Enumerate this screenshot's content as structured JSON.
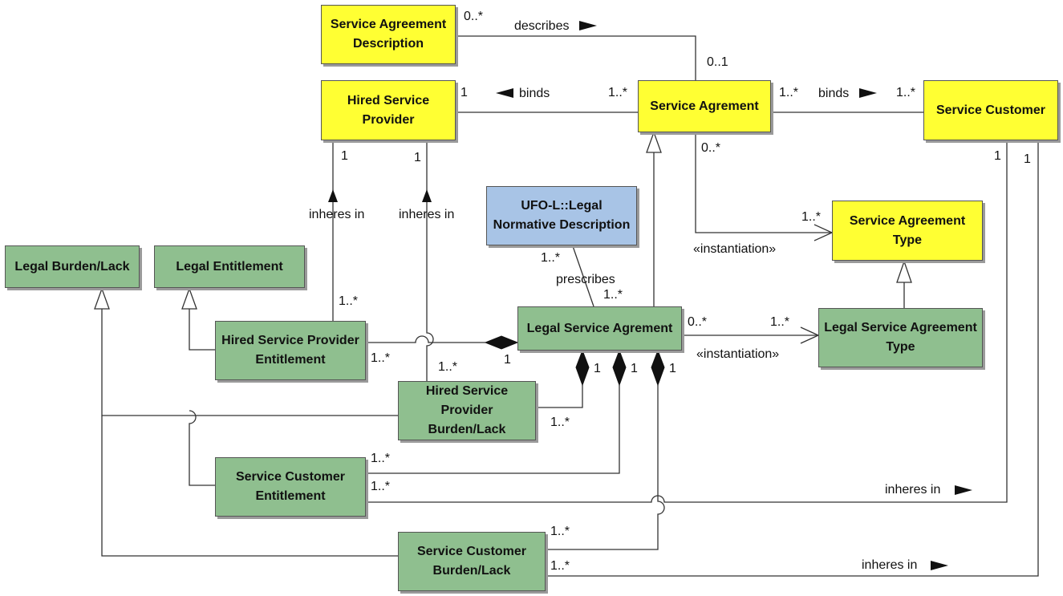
{
  "classes": {
    "service_agreement_description": "Service Agreement\nDescription",
    "hired_service_provider": "Hired Service\nProvider",
    "service_agrement": "Service Agrement",
    "service_customer": "Service Customer",
    "service_agreement_type": "Service Agreement\nType",
    "ufo_legal_normative_description": "UFO-L::Legal\nNormative Description",
    "legal_burden_lack": "Legal Burden/Lack",
    "legal_entitlement": "Legal Entitlement",
    "legal_service_agrement": "Legal Service Agrement",
    "legal_service_agreement_type": "Legal Service Agreement\nType",
    "hsp_entitlement": "Hired Service Provider\nEntitlement",
    "hsp_burden_lack": "Hired Service Provider\nBurden/Lack",
    "sc_entitlement": "Service Customer\nEntitlement",
    "sc_burden_lack": "Service Customer\nBurden/Lack"
  },
  "labels": {
    "describes": "describes",
    "binds": "binds",
    "inheres_in": "inheres in",
    "instantiation": "«instantiation»",
    "prescribes": "prescribes"
  },
  "multiplicities": {
    "zero_many": "0..*",
    "zero_one": "0..1",
    "one": "1",
    "one_many": "1..*"
  },
  "colors": {
    "yellow": "#ffff33",
    "green": "#8fbf8f",
    "blue": "#a8c4e6",
    "line": "#333333"
  }
}
